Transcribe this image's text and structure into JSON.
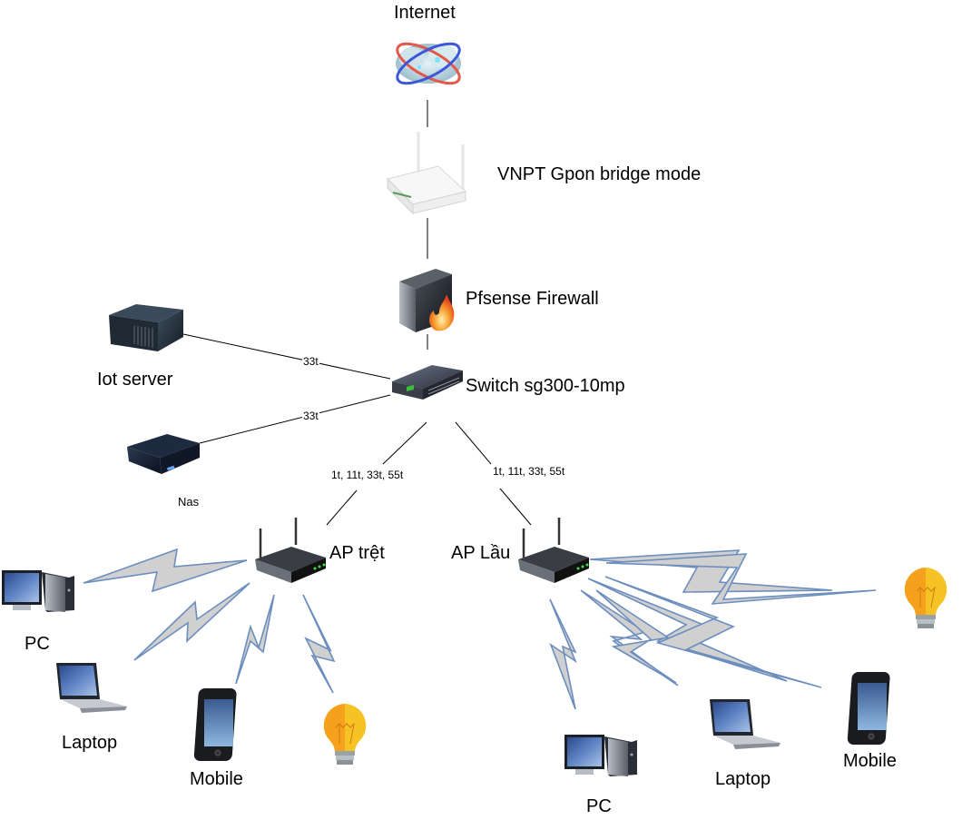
{
  "diagram": {
    "nodes": {
      "internet": {
        "label": "Internet",
        "icon": "internet-cloud-icon"
      },
      "gpon": {
        "label": "VNPT Gpon bridge mode",
        "icon": "gpon-router-icon"
      },
      "firewall": {
        "label": "Pfsense Firewall",
        "icon": "firewall-icon"
      },
      "switch": {
        "label": "Switch sg300-10mp",
        "icon": "network-switch-icon"
      },
      "iot_server": {
        "label": "Iot server",
        "icon": "server-icon"
      },
      "nas": {
        "label": "Nas",
        "icon": "nas-icon"
      },
      "ap_tret": {
        "label": "AP trệt",
        "icon": "wireless-router-icon"
      },
      "ap_lau": {
        "label": "AP Lầu",
        "icon": "wireless-router-icon"
      },
      "tret_pc": {
        "label": "PC",
        "icon": "desktop-pc-icon"
      },
      "tret_laptop": {
        "label": "Laptop",
        "icon": "laptop-icon"
      },
      "tret_mobile": {
        "label": "Mobile",
        "icon": "mobile-phone-icon"
      },
      "tret_bulb": {
        "label": "",
        "icon": "light-bulb-icon"
      },
      "lau_pc": {
        "label": "PC",
        "icon": "desktop-pc-icon"
      },
      "lau_laptop": {
        "label": "Laptop",
        "icon": "laptop-icon"
      },
      "lau_mobile": {
        "label": "Mobile",
        "icon": "mobile-phone-icon"
      },
      "lau_bulb": {
        "label": "",
        "icon": "light-bulb-icon"
      }
    },
    "edges": {
      "iot_switch": {
        "label": "33t"
      },
      "nas_switch": {
        "label": "33t"
      },
      "switch_ap_tret": {
        "label": "1t, 11t, 33t, 55t"
      },
      "switch_ap_lau": {
        "label": "1t, 11t, 33t, 55t"
      }
    },
    "colors": {
      "wireless_stroke": "#6c8ebf",
      "wireless_fill": "#d0d0d0",
      "wire": "#000000",
      "bulb_left": "#f5a11c",
      "bulb_right": "#f6c324"
    }
  }
}
